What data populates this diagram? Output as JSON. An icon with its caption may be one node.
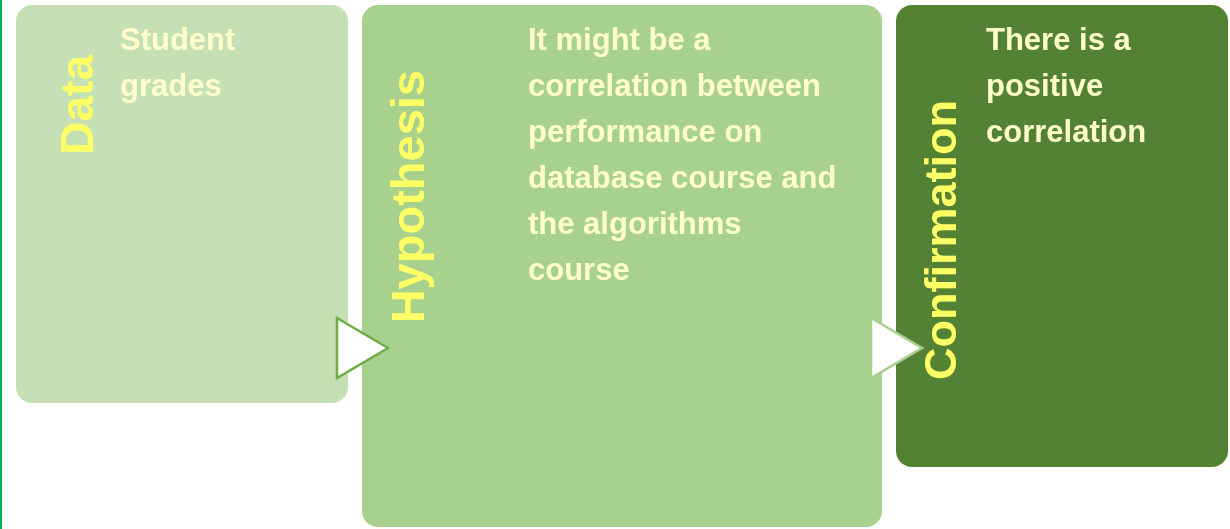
{
  "diagram": {
    "nodes": [
      {
        "text": [
          "Data",
          "Student grades"
        ]
      },
      {
        "text": [
          "Hypothesis",
          "It might be a correlation between performance on database course and the algorithms course"
        ]
      },
      {
        "text": [
          "Confirmation",
          "There is a positive correlation"
        ]
      }
    ],
    "edges": [
      {
        "from": 0,
        "to": 1,
        "arrow": "to",
        "color": "#70ad47"
      },
      {
        "from": 1,
        "to": 2,
        "arrow": "to",
        "color": "#a9d18e"
      }
    ]
  }
}
